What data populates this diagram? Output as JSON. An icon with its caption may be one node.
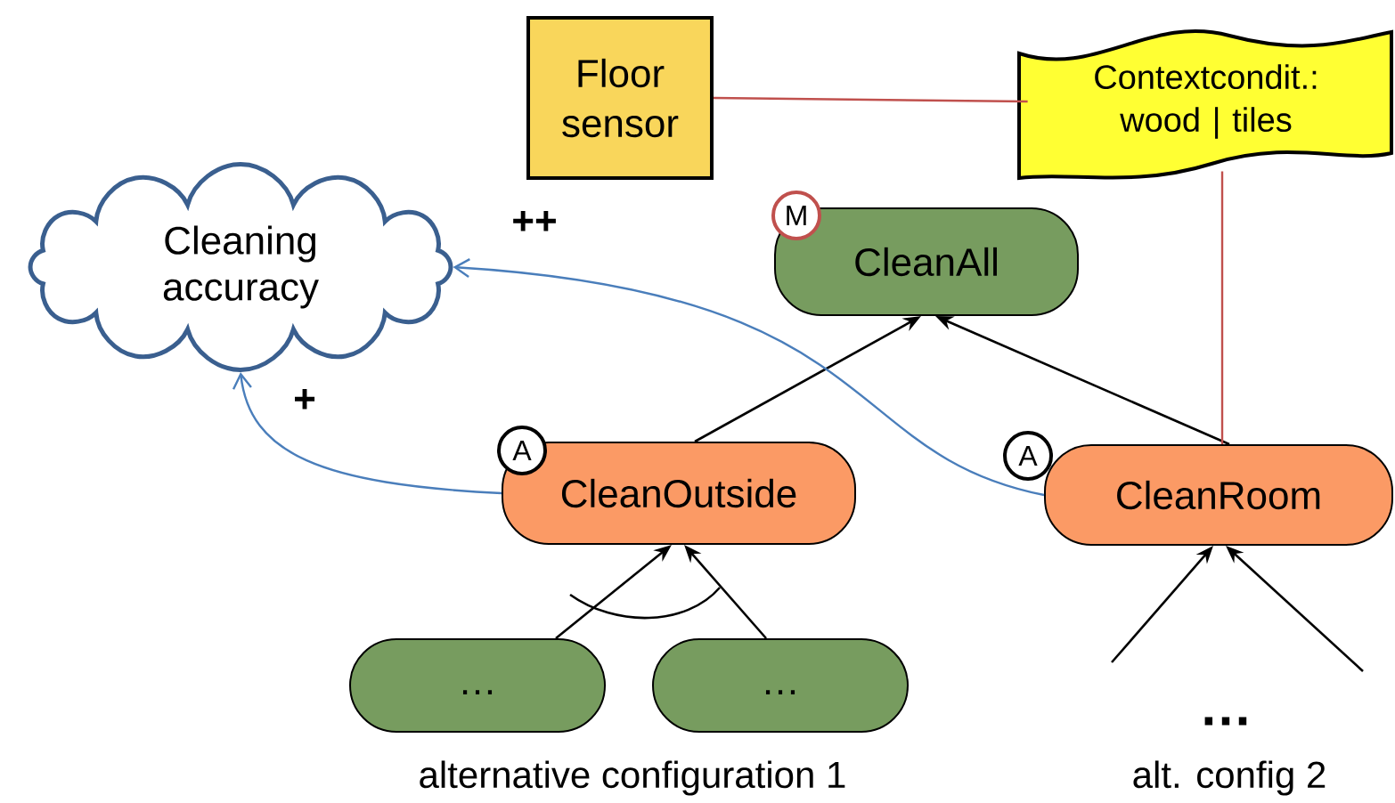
{
  "diagram": {
    "nodes": [
      {
        "text": [
          "Cleaning accuracy"
        ]
      },
      {
        "text": [
          "Floor sensor"
        ]
      },
      {
        "text": [
          "Contextcondit.: wood | tiles"
        ]
      },
      {
        "text": [
          "CleanAll"
        ],
        "beside": [
          "M"
        ]
      },
      {
        "text": [
          "CleanOutside"
        ],
        "beside": [
          "A"
        ]
      },
      {
        "text": [
          "CleanRoom"
        ],
        "beside": [
          "A"
        ]
      },
      {
        "text": [
          "…"
        ]
      },
      {
        "text": [
          "…"
        ]
      }
    ],
    "edges": [
      {
        "from": 4,
        "to": 3,
        "arrow": "to"
      },
      {
        "from": 5,
        "to": 3,
        "arrow": "to"
      },
      {
        "from": 6,
        "to": 4,
        "arrow": "to"
      },
      {
        "from": 7,
        "to": 4,
        "arrow": "to"
      },
      {
        "from": null,
        "to": 5,
        "arrow": "to"
      },
      {
        "from": null,
        "to": 5,
        "arrow": "to"
      },
      {
        "from": 5,
        "to": 0,
        "arrow": "to",
        "label": "++",
        "color": "#4a7ebb"
      },
      {
        "from": 4,
        "to": 0,
        "arrow": "to",
        "label": "+",
        "color": "#4a7ebb"
      },
      {
        "from": 1,
        "to": 2,
        "arrow": "none",
        "color": "#c0504d"
      },
      {
        "from": 2,
        "to": 5,
        "arrow": "none",
        "color": "#c0504d"
      }
    ],
    "labels": [
      "…",
      "alternative configuration 1",
      "alt. config 2"
    ]
  }
}
